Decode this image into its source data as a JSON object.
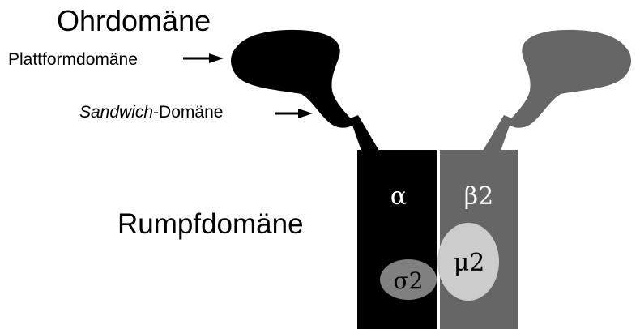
{
  "labels": {
    "ear_domain": "Ohrdomäne",
    "platform_domain": "Plattformdomäne",
    "sandwich_italic": "Sandwich",
    "sandwich_rest": "-Domäne",
    "trunk_domain": "Rumpfdomäne"
  },
  "subunits": {
    "alpha": "α",
    "beta2": "β2",
    "mu2": "μ2",
    "sigma2": "σ2"
  },
  "colors": {
    "alpha_body": "#000000",
    "beta_body": "#666666",
    "mu2_fill": "#cccccc",
    "sigma2_fill": "#808080",
    "divider": "#ffffff"
  }
}
